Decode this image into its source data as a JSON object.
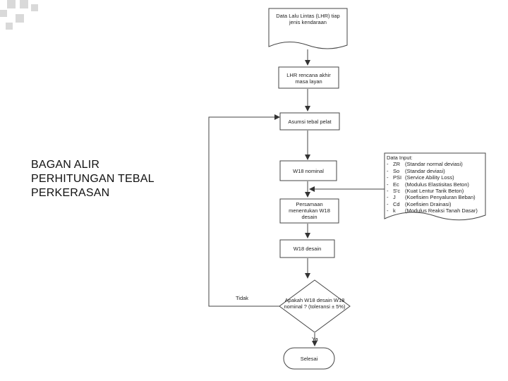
{
  "slide": {
    "title_lines": [
      "BAGAN ALIR",
      "PERHITUNGAN TEBAL",
      "PERKERASAN"
    ]
  },
  "flowchart": {
    "step1": "Data Lalu Lintas (LHR) tiap jenis kendaraan",
    "step2": "LHR rencana akhir masa layan",
    "step3": "Asumsi tebal pelat",
    "step4": "W18 nominal",
    "step5": "Persamaan menentukan W18 desain",
    "step6": "W18 desain",
    "decision": "Apakah W18 desain W18 nominal ? (toleransi ± 5%)",
    "label_no": "Tidak",
    "label_yes": "Ya",
    "end": "Selesai"
  },
  "data_input": {
    "title": "Data Input:",
    "items": [
      {
        "dash": "-",
        "sym": "ZR",
        "desc": "(Standar normal deviasi)"
      },
      {
        "dash": "-",
        "sym": "So",
        "desc": "(Standar deviasi)"
      },
      {
        "dash": "-",
        "sym": "PSI",
        "desc": "(Service Ability Loss)"
      },
      {
        "dash": "-",
        "sym": "Ec",
        "desc": "(Modulus Elastisitas Beton)"
      },
      {
        "dash": "-",
        "sym": "S'c",
        "desc": "(Kuat Lentur Tarik Beton)"
      },
      {
        "dash": "-",
        "sym": "J",
        "desc": "(Koefisien Penyaluran Beban)"
      },
      {
        "dash": "-",
        "sym": "Cd",
        "desc": "(Koefisien Drainasi)"
      },
      {
        "dash": "-",
        "sym": "k",
        "desc": "(Modulus Reaksi Tanah Dasar)"
      }
    ]
  },
  "colors": {
    "decor": "#d9d9d9",
    "line": "#444444"
  }
}
